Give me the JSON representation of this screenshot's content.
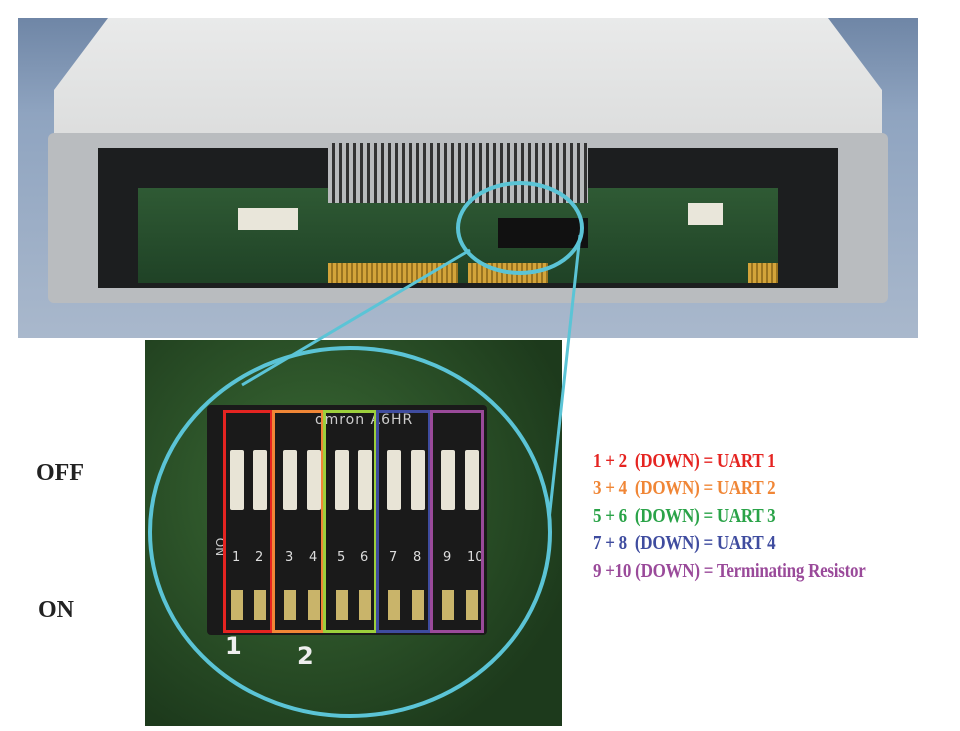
{
  "labels": {
    "off": "OFF",
    "on": "ON"
  },
  "switch": {
    "brand": "omron A6HR",
    "side_label": "ON",
    "numbers": [
      "1",
      "2",
      "3",
      "4",
      "5",
      "6",
      "7",
      "8",
      "9",
      "10"
    ],
    "pin_labels": [
      "1",
      "2"
    ]
  },
  "legend": [
    {
      "text": "1 + 2  (DOWN) = UART 1",
      "color": "#e52421"
    },
    {
      "text": "3 + 4  (DOWN) = UART 2",
      "color": "#f08636"
    },
    {
      "text": "5 + 6  (DOWN) = UART 3",
      "color": "#2aa348"
    },
    {
      "text": "7 + 8  (DOWN) = UART 4",
      "color": "#3f4c9f"
    },
    {
      "text": "9 +10 (DOWN) = Terminating Resistor",
      "color": "#9a4a9a"
    }
  ],
  "highlight_color": "#5bc4d6"
}
